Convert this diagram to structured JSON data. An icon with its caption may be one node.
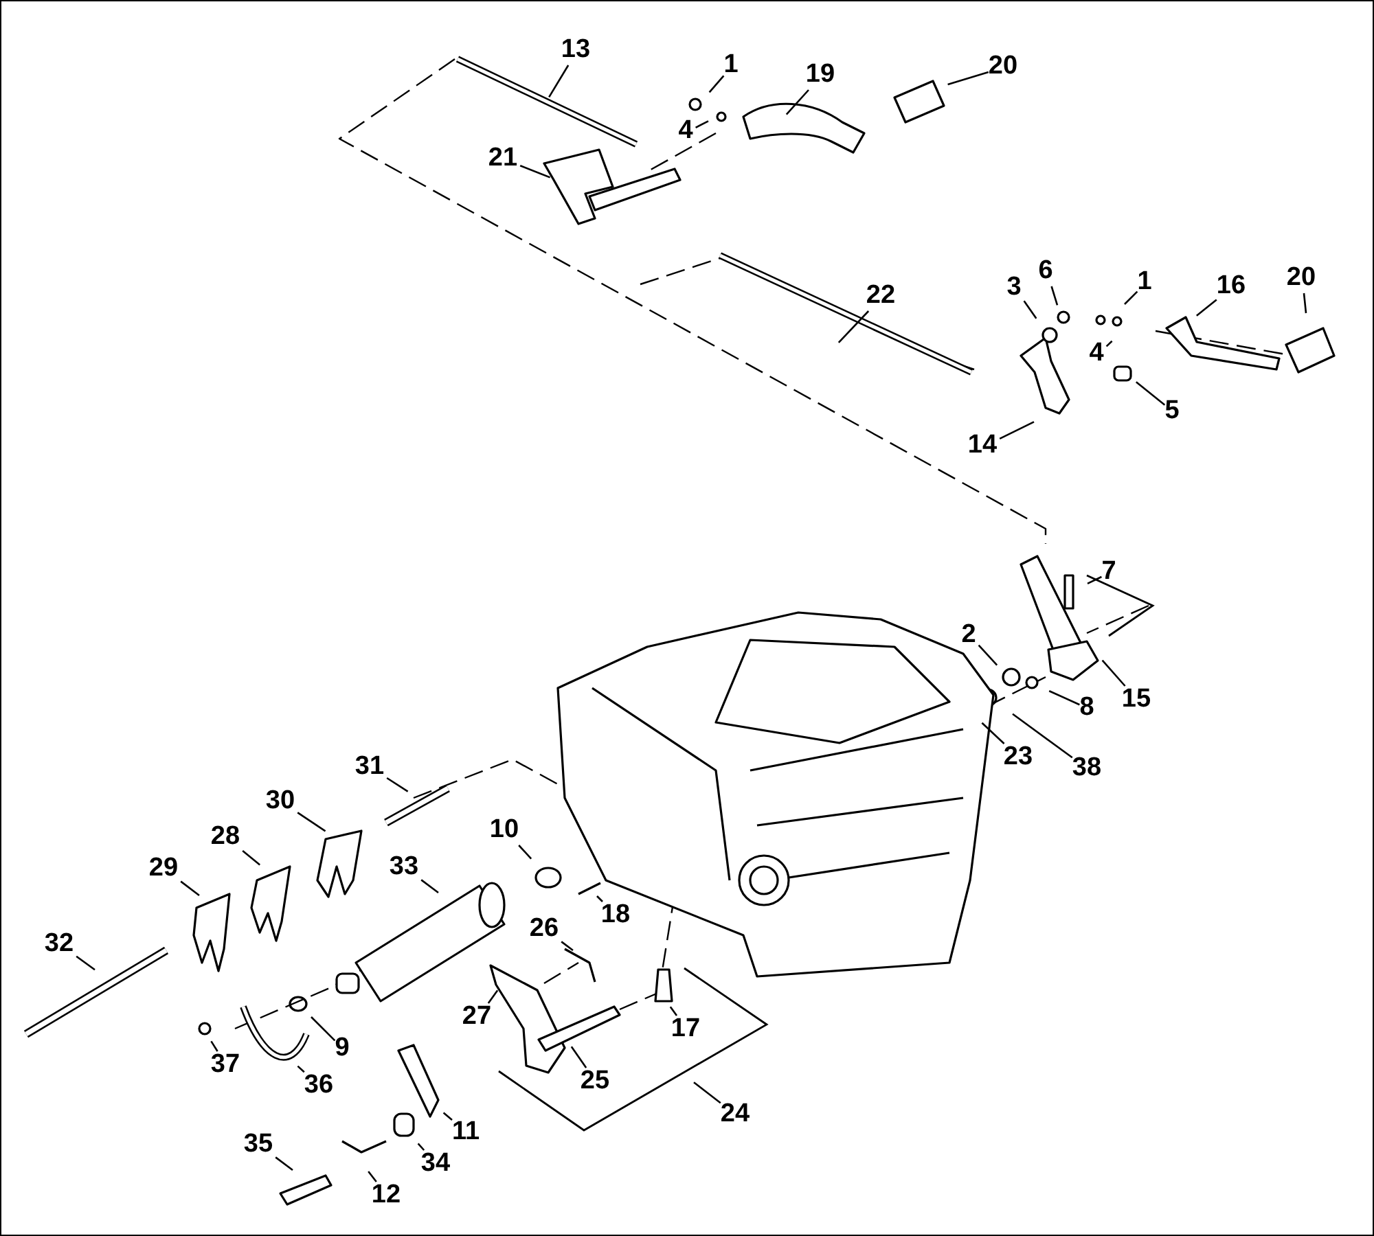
{
  "diagram": {
    "nodes": [
      {
        "text": [
          "13"
        ]
      },
      {
        "text": [
          "1"
        ]
      },
      {
        "text": [
          "19"
        ]
      },
      {
        "text": [
          "20"
        ]
      },
      {
        "text": [
          "4"
        ]
      },
      {
        "text": [
          "21"
        ]
      },
      {
        "text": [
          "22"
        ]
      },
      {
        "text": [
          "3"
        ]
      },
      {
        "text": [
          "6"
        ]
      },
      {
        "text": [
          "1"
        ]
      },
      {
        "text": [
          "16"
        ]
      },
      {
        "text": [
          "20"
        ]
      },
      {
        "text": [
          "4"
        ]
      },
      {
        "text": [
          "5"
        ]
      },
      {
        "text": [
          "14"
        ]
      },
      {
        "text": [
          "7"
        ]
      },
      {
        "text": [
          "2"
        ]
      },
      {
        "text": [
          "15"
        ]
      },
      {
        "text": [
          "8"
        ]
      },
      {
        "text": [
          "23"
        ]
      },
      {
        "text": [
          "38"
        ]
      },
      {
        "text": [
          "31"
        ]
      },
      {
        "text": [
          "30"
        ]
      },
      {
        "text": [
          "28"
        ]
      },
      {
        "text": [
          "10"
        ]
      },
      {
        "text": [
          "29"
        ]
      },
      {
        "text": [
          "33"
        ]
      },
      {
        "text": [
          "18"
        ]
      },
      {
        "text": [
          "26"
        ]
      },
      {
        "text": [
          "32"
        ]
      },
      {
        "text": [
          "27"
        ]
      },
      {
        "text": [
          "17"
        ]
      },
      {
        "text": [
          "37"
        ]
      },
      {
        "text": [
          "9"
        ]
      },
      {
        "text": [
          "25"
        ]
      },
      {
        "text": [
          "36"
        ]
      },
      {
        "text": [
          "24"
        ]
      },
      {
        "text": [
          "11"
        ]
      },
      {
        "text": [
          "35"
        ]
      },
      {
        "text": [
          "34"
        ]
      },
      {
        "text": [
          "12"
        ]
      }
    ],
    "edges": [
      {
        "from": 0,
        "to": null,
        "arrow": "none"
      },
      {
        "from": 1,
        "to": null,
        "arrow": "none"
      },
      {
        "from": 2,
        "to": null,
        "arrow": "none"
      },
      {
        "from": 3,
        "to": null,
        "arrow": "none"
      },
      {
        "from": 4,
        "to": null,
        "arrow": "none"
      },
      {
        "from": 5,
        "to": null,
        "arrow": "none"
      },
      {
        "from": 6,
        "to": null,
        "arrow": "none"
      },
      {
        "from": 7,
        "to": null,
        "arrow": "none"
      },
      {
        "from": 8,
        "to": null,
        "arrow": "none"
      },
      {
        "from": 9,
        "to": null,
        "arrow": "none"
      },
      {
        "from": 10,
        "to": null,
        "arrow": "none"
      },
      {
        "from": 11,
        "to": null,
        "arrow": "none"
      },
      {
        "from": 12,
        "to": null,
        "arrow": "none"
      },
      {
        "from": 13,
        "to": null,
        "arrow": "none"
      },
      {
        "from": 14,
        "to": null,
        "arrow": "none"
      },
      {
        "from": 15,
        "to": null,
        "arrow": "none"
      },
      {
        "from": 16,
        "to": null,
        "arrow": "none"
      },
      {
        "from": 17,
        "to": null,
        "arrow": "none"
      },
      {
        "from": 18,
        "to": null,
        "arrow": "none"
      },
      {
        "from": 19,
        "to": null,
        "arrow": "none"
      },
      {
        "from": 20,
        "to": null,
        "arrow": "none"
      },
      {
        "from": 21,
        "to": null,
        "arrow": "none"
      },
      {
        "from": 22,
        "to": null,
        "arrow": "none"
      },
      {
        "from": 23,
        "to": null,
        "arrow": "none"
      },
      {
        "from": 24,
        "to": null,
        "arrow": "none"
      },
      {
        "from": 25,
        "to": null,
        "arrow": "none"
      },
      {
        "from": 26,
        "to": null,
        "arrow": "none"
      },
      {
        "from": 27,
        "to": null,
        "arrow": "none"
      },
      {
        "from": 28,
        "to": null,
        "arrow": "none"
      },
      {
        "from": 29,
        "to": null,
        "arrow": "none"
      },
      {
        "from": 30,
        "to": null,
        "arrow": "none"
      },
      {
        "from": 31,
        "to": null,
        "arrow": "none"
      },
      {
        "from": 32,
        "to": null,
        "arrow": "none"
      },
      {
        "from": 33,
        "to": null,
        "arrow": "none"
      },
      {
        "from": 34,
        "to": null,
        "arrow": "none"
      },
      {
        "from": 35,
        "to": null,
        "arrow": "none"
      },
      {
        "from": 36,
        "to": null,
        "arrow": "none"
      },
      {
        "from": 37,
        "to": null,
        "arrow": "none"
      },
      {
        "from": 38,
        "to": null,
        "arrow": "none"
      },
      {
        "from": 39,
        "to": null,
        "arrow": "none"
      },
      {
        "from": 40,
        "to": null,
        "arrow": "none"
      }
    ]
  }
}
